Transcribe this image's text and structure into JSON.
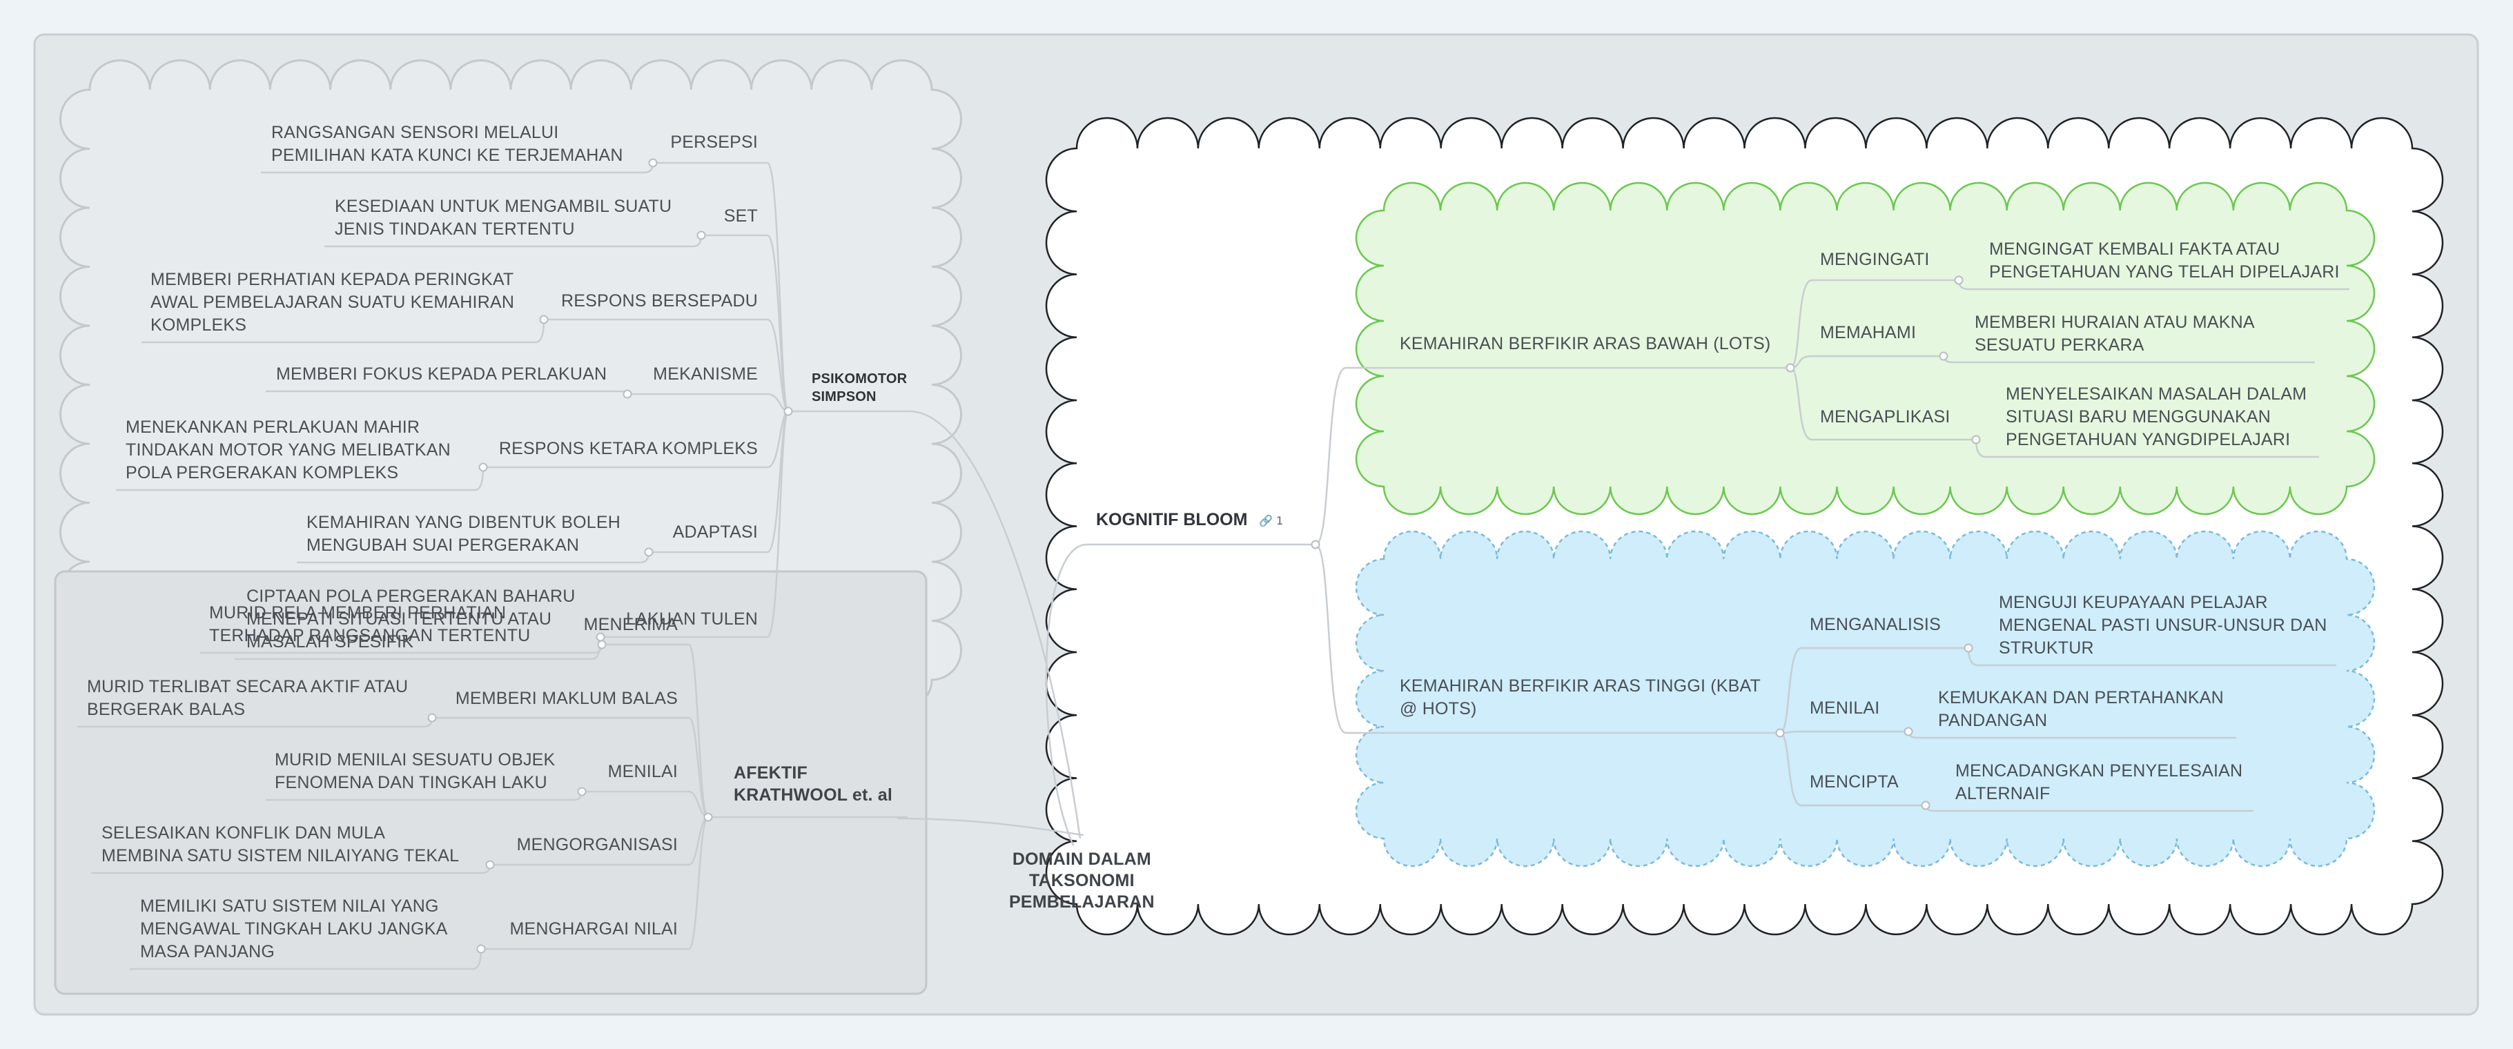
{
  "root": {
    "label": "DOMAIN DALAM\nTAKSONOMI\nPEMBELAJARAN"
  },
  "psikomotor": {
    "title": "PSIKOMOTOR\nSIMPSON",
    "items": [
      {
        "name": "PERSEPSI",
        "desc": "RANGSANGAN SENSORI MELALUI\nPEMILIHAN KATA KUNCI KE TERJEMAHAN"
      },
      {
        "name": "SET",
        "desc": "KESEDIAAN UNTUK MENGAMBIL SUATU\nJENIS TINDAKAN TERTENTU"
      },
      {
        "name": "RESPONS BERSEPADU",
        "desc": "MEMBERI PERHATIAN KEPADA PERINGKAT\nAWAL PEMBELAJARAN SUATU KEMAHIRAN\nKOMPLEKS"
      },
      {
        "name": "MEKANISME",
        "desc": "MEMBERI FOKUS KEPADA PERLAKUAN"
      },
      {
        "name": "RESPONS KETARA KOMPLEKS",
        "desc": "MENEKANKAN PERLAKUAN MAHIR\nTINDAKAN MOTOR YANG MELIBATKAN\nPOLA PERGERAKAN KOMPLEKS"
      },
      {
        "name": "ADAPTASI",
        "desc": "KEMAHIRAN YANG DIBENTUK BOLEH\nMENGUBAH SUAI PERGERAKAN"
      },
      {
        "name": "LAKUAN TULEN",
        "desc": "CIPTAAN POLA PERGERAKAN BAHARU\nMENEPATI SITUASI TERTENTU ATAU\nMASALAH SPESIFIK"
      }
    ]
  },
  "afektif": {
    "title": "AFEKTIF\nKRATHWOOL et. al",
    "items": [
      {
        "name": "MENERIMA",
        "desc": "MURID RELA MEMBERI PERHATIAN\nTERHADAP RANGSANGAN TERTENTU"
      },
      {
        "name": "MEMBERI MAKLUM BALAS",
        "desc": "MURID TERLIBAT SECARA AKTIF ATAU\nBERGERAK BALAS"
      },
      {
        "name": "MENILAI",
        "desc": "MURID MENILAI SESUATU OBJEK\nFENOMENA DAN TINGKAH LAKU"
      },
      {
        "name": "MENGORGANISASI",
        "desc": "SELESAIKAN KONFLIK DAN MULA\nMEMBINA SATU SISTEM NILAIYANG TEKAL"
      },
      {
        "name": "MENGHARGAI NILAI",
        "desc": "MEMILIKI SATU SISTEM NILAI YANG\nMENGAWAL TINGKAH LAKU JANGKA\nMASA PANJANG"
      }
    ]
  },
  "kognitif": {
    "title": "KOGNITIF BLOOM",
    "badge": "🔗 1",
    "lots": {
      "label": "KEMAHIRAN BERFIKIR ARAS BAWAH (LOTS)",
      "items": [
        {
          "name": "MENGINGATI",
          "desc": "MENGINGAT KEMBALI FAKTA ATAU\nPENGETAHUAN YANG TELAH DIPELAJARI"
        },
        {
          "name": "MEMAHAMI",
          "desc": "MEMBERI HURAIAN ATAU MAKNA\nSESUATU PERKARA"
        },
        {
          "name": "MENGAPLIKASI",
          "desc": "MENYELESAIKAN MASALAH DALAM\nSITUASI BARU MENGGUNAKAN\nPENGETAHUAN YANGDIPELAJARI"
        }
      ]
    },
    "hots": {
      "label": "KEMAHIRAN BERFIKIR ARAS TINGGI (KBAT\n@ HOTS)",
      "items": [
        {
          "name": "MENGANALISIS",
          "desc": "MENGUJI KEUPAYAAN PELAJAR\nMENGENAL PASTI UNSUR-UNSUR DAN\nSTRUKTUR"
        },
        {
          "name": "MENILAI",
          "desc": "KEMUKAKAN DAN PERTAHANKAN\nPANDANGAN"
        },
        {
          "name": "MENCIPTA",
          "desc": "MENCADANGKAN PENYELESAIAN\nALTERNAIF"
        }
      ]
    }
  },
  "colors": {
    "background": "#eef3f7",
    "frame": "#e2e7ea",
    "psikomotor_cloud": "#e8ebee",
    "afektif_box": "#dde1e4",
    "kognitif_cloud": "#ffffff",
    "lots_cloud": "#e5f7de",
    "lots_border": "#69c84d",
    "hots_cloud": "#cfedfb",
    "hots_border": "#7ab9df",
    "connector": "#c8cdd2",
    "text": "#4a4f55"
  }
}
